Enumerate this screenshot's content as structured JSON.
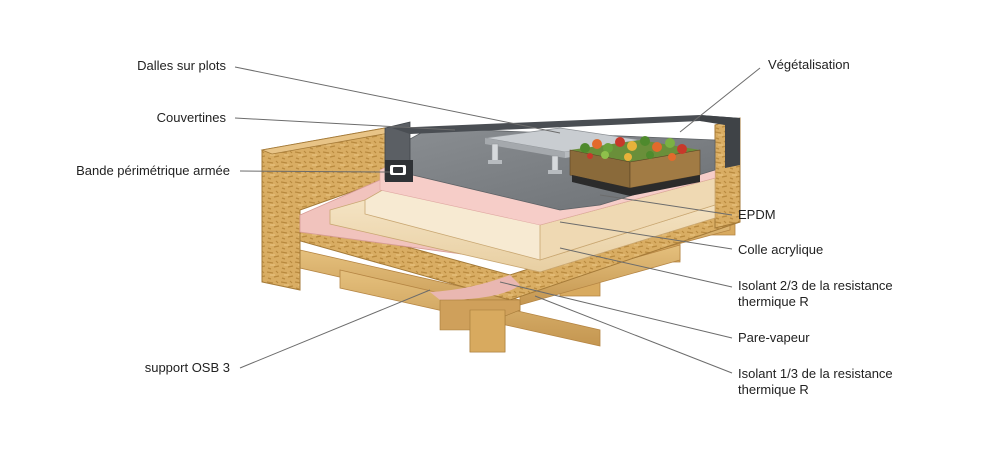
{
  "labels": {
    "dalles": "Dalles sur plots",
    "couvertines": "Couvertines",
    "bande": "Bande périmétrique armée",
    "support": "support OSB 3",
    "vegetalisation": "Végétalisation",
    "epdm": "EPDM",
    "colle": "Colle acrylique",
    "isolant_23": "Isolant 2/3 de la resistance thermique R",
    "pare_vapeur": "Pare-vapeur",
    "isolant_13": "Isolant 1/3 de la resistance thermique R"
  },
  "colors": {
    "osb": "#d9ad63",
    "osb_dark": "#b7893f",
    "membrane": "#7d8185",
    "membrane_dark": "#4f5358",
    "insulation": "#f3dfbf",
    "vapour": "#f4c6c2",
    "sedum_soil": "#8a6a3a",
    "leader": "#6c6c6c"
  }
}
